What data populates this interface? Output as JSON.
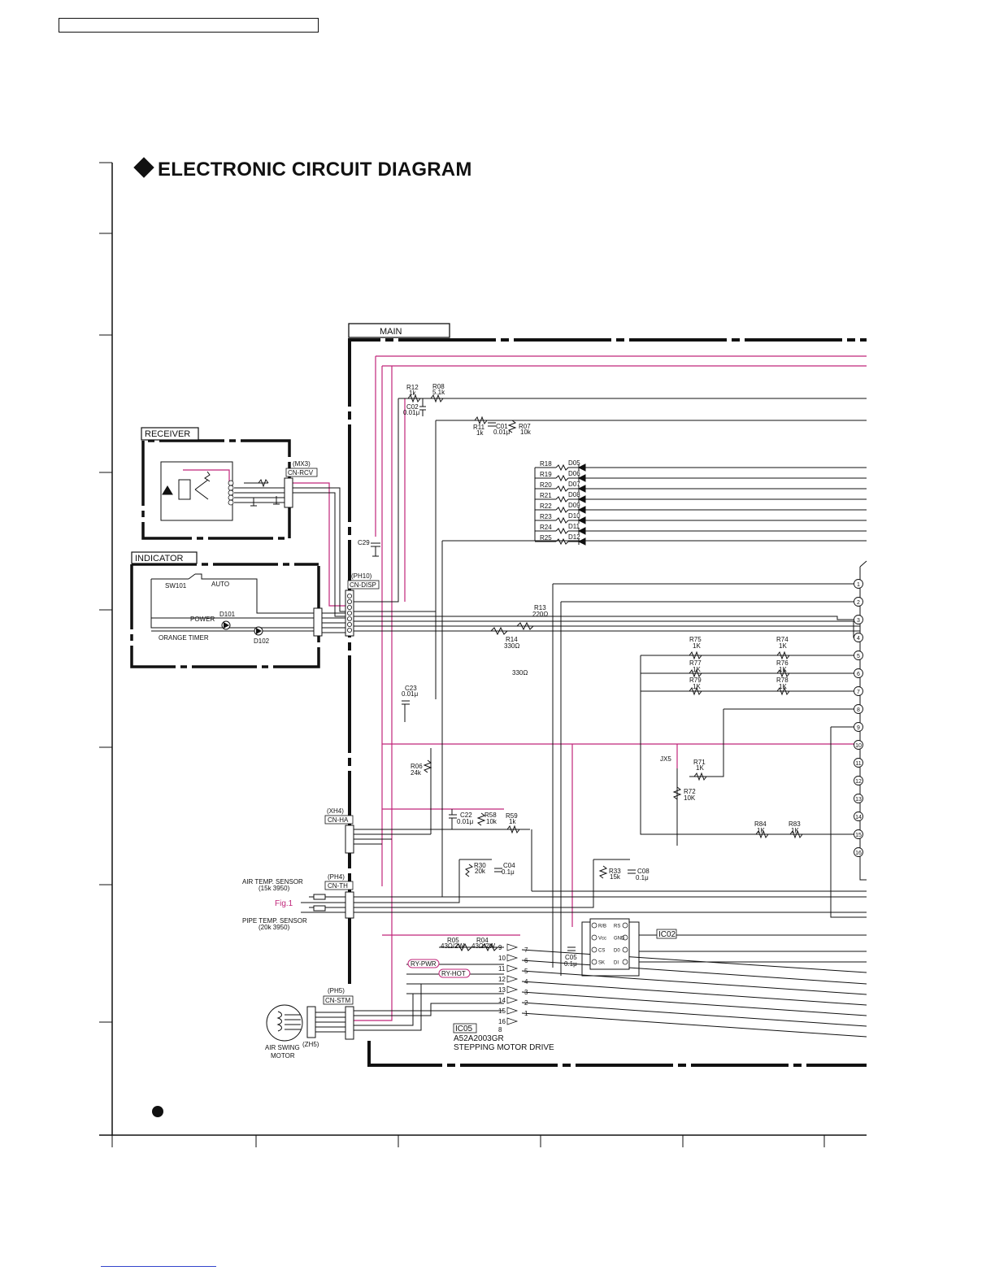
{
  "title": "ELECTRONIC CIRCUIT DIAGRAM",
  "blocks": {
    "main": "MAIN",
    "receiver": "RECEIVER",
    "indicator": "INDICATOR"
  },
  "connectors": {
    "mx3": "(MX3)",
    "cn_rcv": "CN-RCV",
    "ph10": "(PH10)",
    "cn_disp": "CN-DISP",
    "xh4": "(XH4)",
    "cn_ha": "CN-HA",
    "ph4": "(PH4)",
    "cn_th": "CN-TH",
    "ph5": "(PH5)",
    "cn_stm": "CN-STM",
    "zh5": "(ZH5)"
  },
  "indicator_parts": {
    "sw101": "SW101",
    "auto": "AUTO",
    "power": "POWER",
    "d101": "D101",
    "orange_timer": "ORANGE TIMER",
    "d102": "D102"
  },
  "sensors": {
    "air_l1": "AIR TEMP. SENSOR",
    "air_l2": "(15k 3950)",
    "fig": "Fig.1",
    "pipe_l1": "PIPE TEMP. SENSOR",
    "pipe_l2": "(20k 3950)",
    "motor_l1": "AIR SWING",
    "motor_l2": "MOTOR"
  },
  "ic05": {
    "ref": "IC05",
    "part": "A52A2003GR",
    "desc": "STEPPING MOTOR DRIVE"
  },
  "ic02": {
    "ref": "IC02",
    "pins_left": [
      "R/B",
      "Vcc",
      "CS",
      "SK"
    ],
    "pins_right": [
      "RS",
      "GND",
      "D0",
      "DI"
    ]
  },
  "ry": {
    "pwr": "RY-PWR",
    "hot": "RY-HOT"
  },
  "parts": {
    "R12": "R12",
    "R12v": "1k",
    "R08": "R08",
    "R08v": "5.1k",
    "C02": "C02",
    "C02v": "0.01μ",
    "R11": "R11",
    "R11v": "1k",
    "C01": "C01",
    "C01v": "0.01μ",
    "R07": "R07",
    "R07v": "10k",
    "C29": "C29",
    "R13": "R13",
    "R13v": "220Ω",
    "R14": "R14",
    "R14v": "330Ω",
    "extra330": "330Ω",
    "C23": "C23",
    "C23v": "0.01μ",
    "R06": "R06",
    "R06v": "24k",
    "C22": "C22",
    "C22v": "0.01μ",
    "R58": "R58",
    "R58v": "10k",
    "R59": "R59",
    "R59v": "1k",
    "R30": "R30",
    "R30v": "20k",
    "C04": "C04",
    "C04v": "0.1μ",
    "R33": "R33",
    "R33v": "15k",
    "C08": "C08",
    "C08v": "0.1μ",
    "R05": "R05",
    "R05v": "43Ω/2W",
    "R04": "R04",
    "R04v": "43Ω/2W",
    "C05": "C05",
    "C05v": "0.1μ",
    "R75": "R75",
    "R74": "R74",
    "R77": "R77",
    "R76": "R76",
    "R79": "R79",
    "R78": "R78",
    "v1K": "1K",
    "JX5": "JX5",
    "R71": "R71",
    "R71v": "1K",
    "R72": "R72",
    "R72v": "10K",
    "R84": "R84",
    "R83": "R83"
  },
  "led_rows": [
    {
      "r": "R18",
      "d": "D05"
    },
    {
      "r": "R19",
      "d": "D06"
    },
    {
      "r": "R20",
      "d": "D07"
    },
    {
      "r": "R21",
      "d": "D08"
    },
    {
      "r": "R22",
      "d": "D09"
    },
    {
      "r": "R23",
      "d": "D10"
    },
    {
      "r": "R24",
      "d": "D11"
    },
    {
      "r": "R25",
      "d": "D12"
    }
  ],
  "pin_numbers": [
    "1",
    "2",
    "3",
    "4",
    "5",
    "6",
    "7",
    "8",
    "9",
    "10",
    "11",
    "12",
    "13",
    "14",
    "15",
    "16"
  ],
  "ic05_inputs": [
    "9",
    "10",
    "11",
    "12",
    "13",
    "14",
    "15",
    "16",
    "8"
  ],
  "ic05_outputs": [
    "7",
    "6",
    "5",
    "4",
    "3",
    "2",
    "1"
  ],
  "colors": {
    "wire": "#111111",
    "vcc": "#c0267a"
  }
}
